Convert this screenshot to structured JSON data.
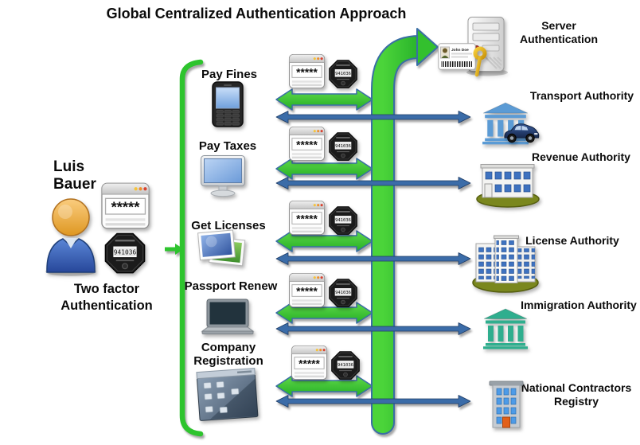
{
  "title": "Global Centralized Authentication Approach",
  "user": {
    "name": "Luis Bauer",
    "caption": "Two factor Authentication",
    "icon": "business-person-icon"
  },
  "credentials": {
    "password_mask": "*****",
    "token_code": "941036",
    "password_icon": "password-window-icon",
    "token_icon": "security-token-icon"
  },
  "server": {
    "label": "Server Authentication",
    "id_card_name": "John Doe",
    "icons": [
      "server-tower-icon",
      "id-card-icon",
      "key-icon"
    ]
  },
  "services": [
    {
      "label": "Pay Fines",
      "icon": "mobile-phone-icon"
    },
    {
      "label": "Pay Taxes",
      "icon": "desktop-monitor-icon"
    },
    {
      "label": "Get Licenses",
      "icon": "photo-stack-icon"
    },
    {
      "label": "Passport Renew",
      "icon": "laptop-icon"
    },
    {
      "label": "Company Registration",
      "icon": "app-window-icon"
    }
  ],
  "authorities": [
    {
      "label": "Transport Authority",
      "icon": "bank-building-with-car-icon"
    },
    {
      "label": "Revenue Authority",
      "icon": "office-building-icon"
    },
    {
      "label": "License Authority",
      "icon": "tower-buildings-icon"
    },
    {
      "label": "Immigration Authority",
      "icon": "bank-building-icon"
    },
    {
      "label": "National Contractors Registry",
      "icon": "apartment-building-icon"
    }
  ],
  "colors": {
    "arrow_green": "#35C42F",
    "arrow_blue": "#3B6CA8",
    "arrow_outline": "#3A6EA5",
    "bracket_green": "#2EC42E",
    "olive_base": "#7A871E",
    "bank_blue": "#5B9BD5",
    "bank_teal": "#2FAE8E"
  }
}
